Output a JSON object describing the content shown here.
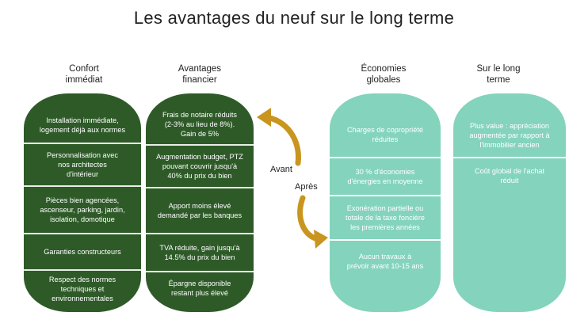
{
  "title": "Les avantages du neuf sur le long terme",
  "columns": [
    {
      "header_line1": "Confort",
      "header_line2": "immédiat",
      "cells": [
        [
          "Installation immédiate,",
          "logement déjà aux normes"
        ],
        [
          "Personnalisation avec",
          "nos architectes",
          "d'intérieur"
        ],
        [
          "Pièces bien agencées,",
          "ascenseur, parking, jardin,",
          "isolation, domotique"
        ],
        [
          "Garanties constructeurs"
        ],
        [
          "Respect des normes",
          "techniques et",
          "environnementales"
        ]
      ]
    },
    {
      "header_line1": "Avantages",
      "header_line2": "financier",
      "cells": [
        [
          "Frais de notaire réduits",
          "(2-3% au lieu de 8%).",
          "Gain de 5%"
        ],
        [
          "Augmentation budget, PTZ",
          "pouvant couvrir jusqu'à",
          "40% du prix du bien"
        ],
        [
          "Apport moins élevé",
          "demandé par les banques"
        ],
        [
          "TVA réduite, gain jusqu'à",
          "14.5% du prix du bien"
        ],
        [
          "Épargne disponible",
          "restant plus élevé"
        ]
      ]
    },
    {
      "header_line1": "Économies",
      "header_line2": "globales",
      "cells": [
        [
          "Charges de copropriété",
          "réduites"
        ],
        [
          "30 % d'économies",
          "d'énergies en moyenne"
        ],
        [
          "Exonération partielle ou",
          "totale de la taxe foncière",
          "les premières années"
        ],
        [
          "Aucun travaux à",
          "prévoir avant 10-15 ans"
        ]
      ]
    },
    {
      "header_line1": "Sur le long",
      "header_line2": "terme",
      "cells": [
        [
          "Plus value : appréciation",
          "augmentée par rapport à",
          "l'immobilier ancien"
        ],
        [
          "Coût global de l'achat",
          "réduit"
        ]
      ]
    }
  ],
  "arrows": {
    "before_label": "Avant",
    "after_label": "Après",
    "color": "#c9951e"
  },
  "colors": {
    "dark_green": "#2e5a28",
    "teal": "#84d3bd"
  }
}
